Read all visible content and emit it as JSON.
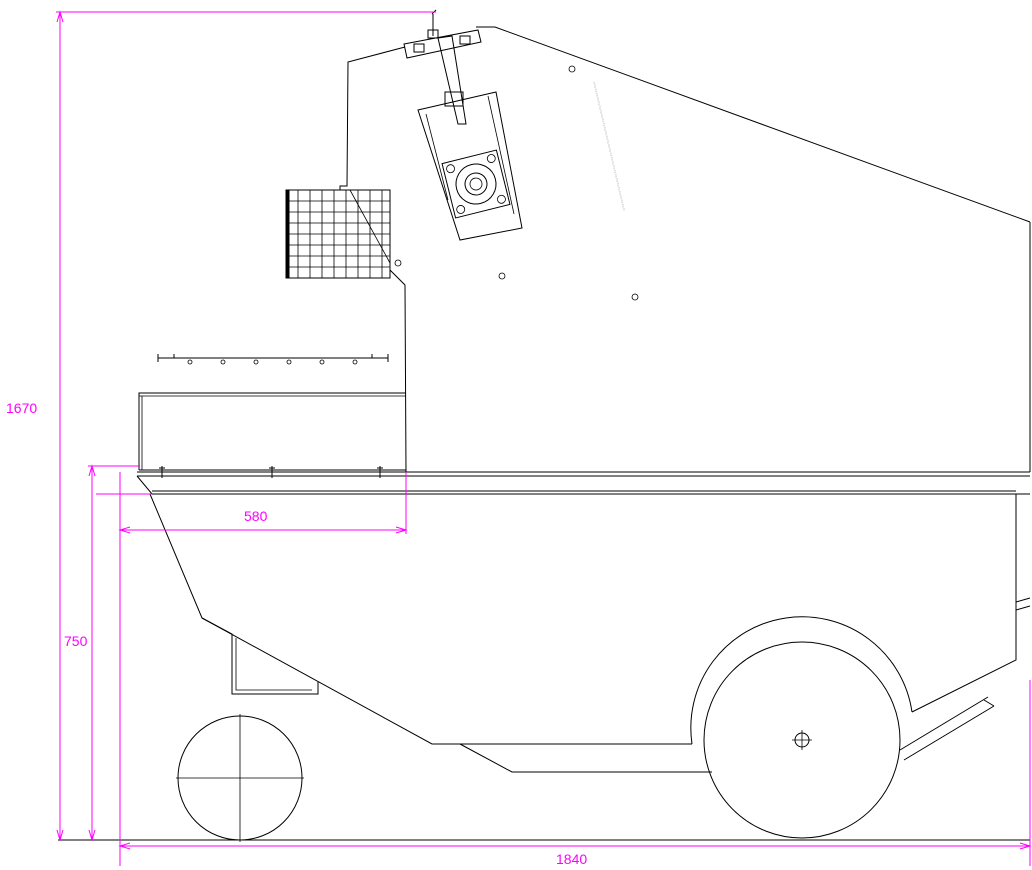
{
  "colors": {
    "outline": "#000000",
    "dimension": "#ff00ff",
    "background": "#ffffff"
  },
  "dimensions": {
    "overall_height": "1670",
    "hopper_height": "750",
    "hopper_depth": "580",
    "overall_length": "1840"
  }
}
